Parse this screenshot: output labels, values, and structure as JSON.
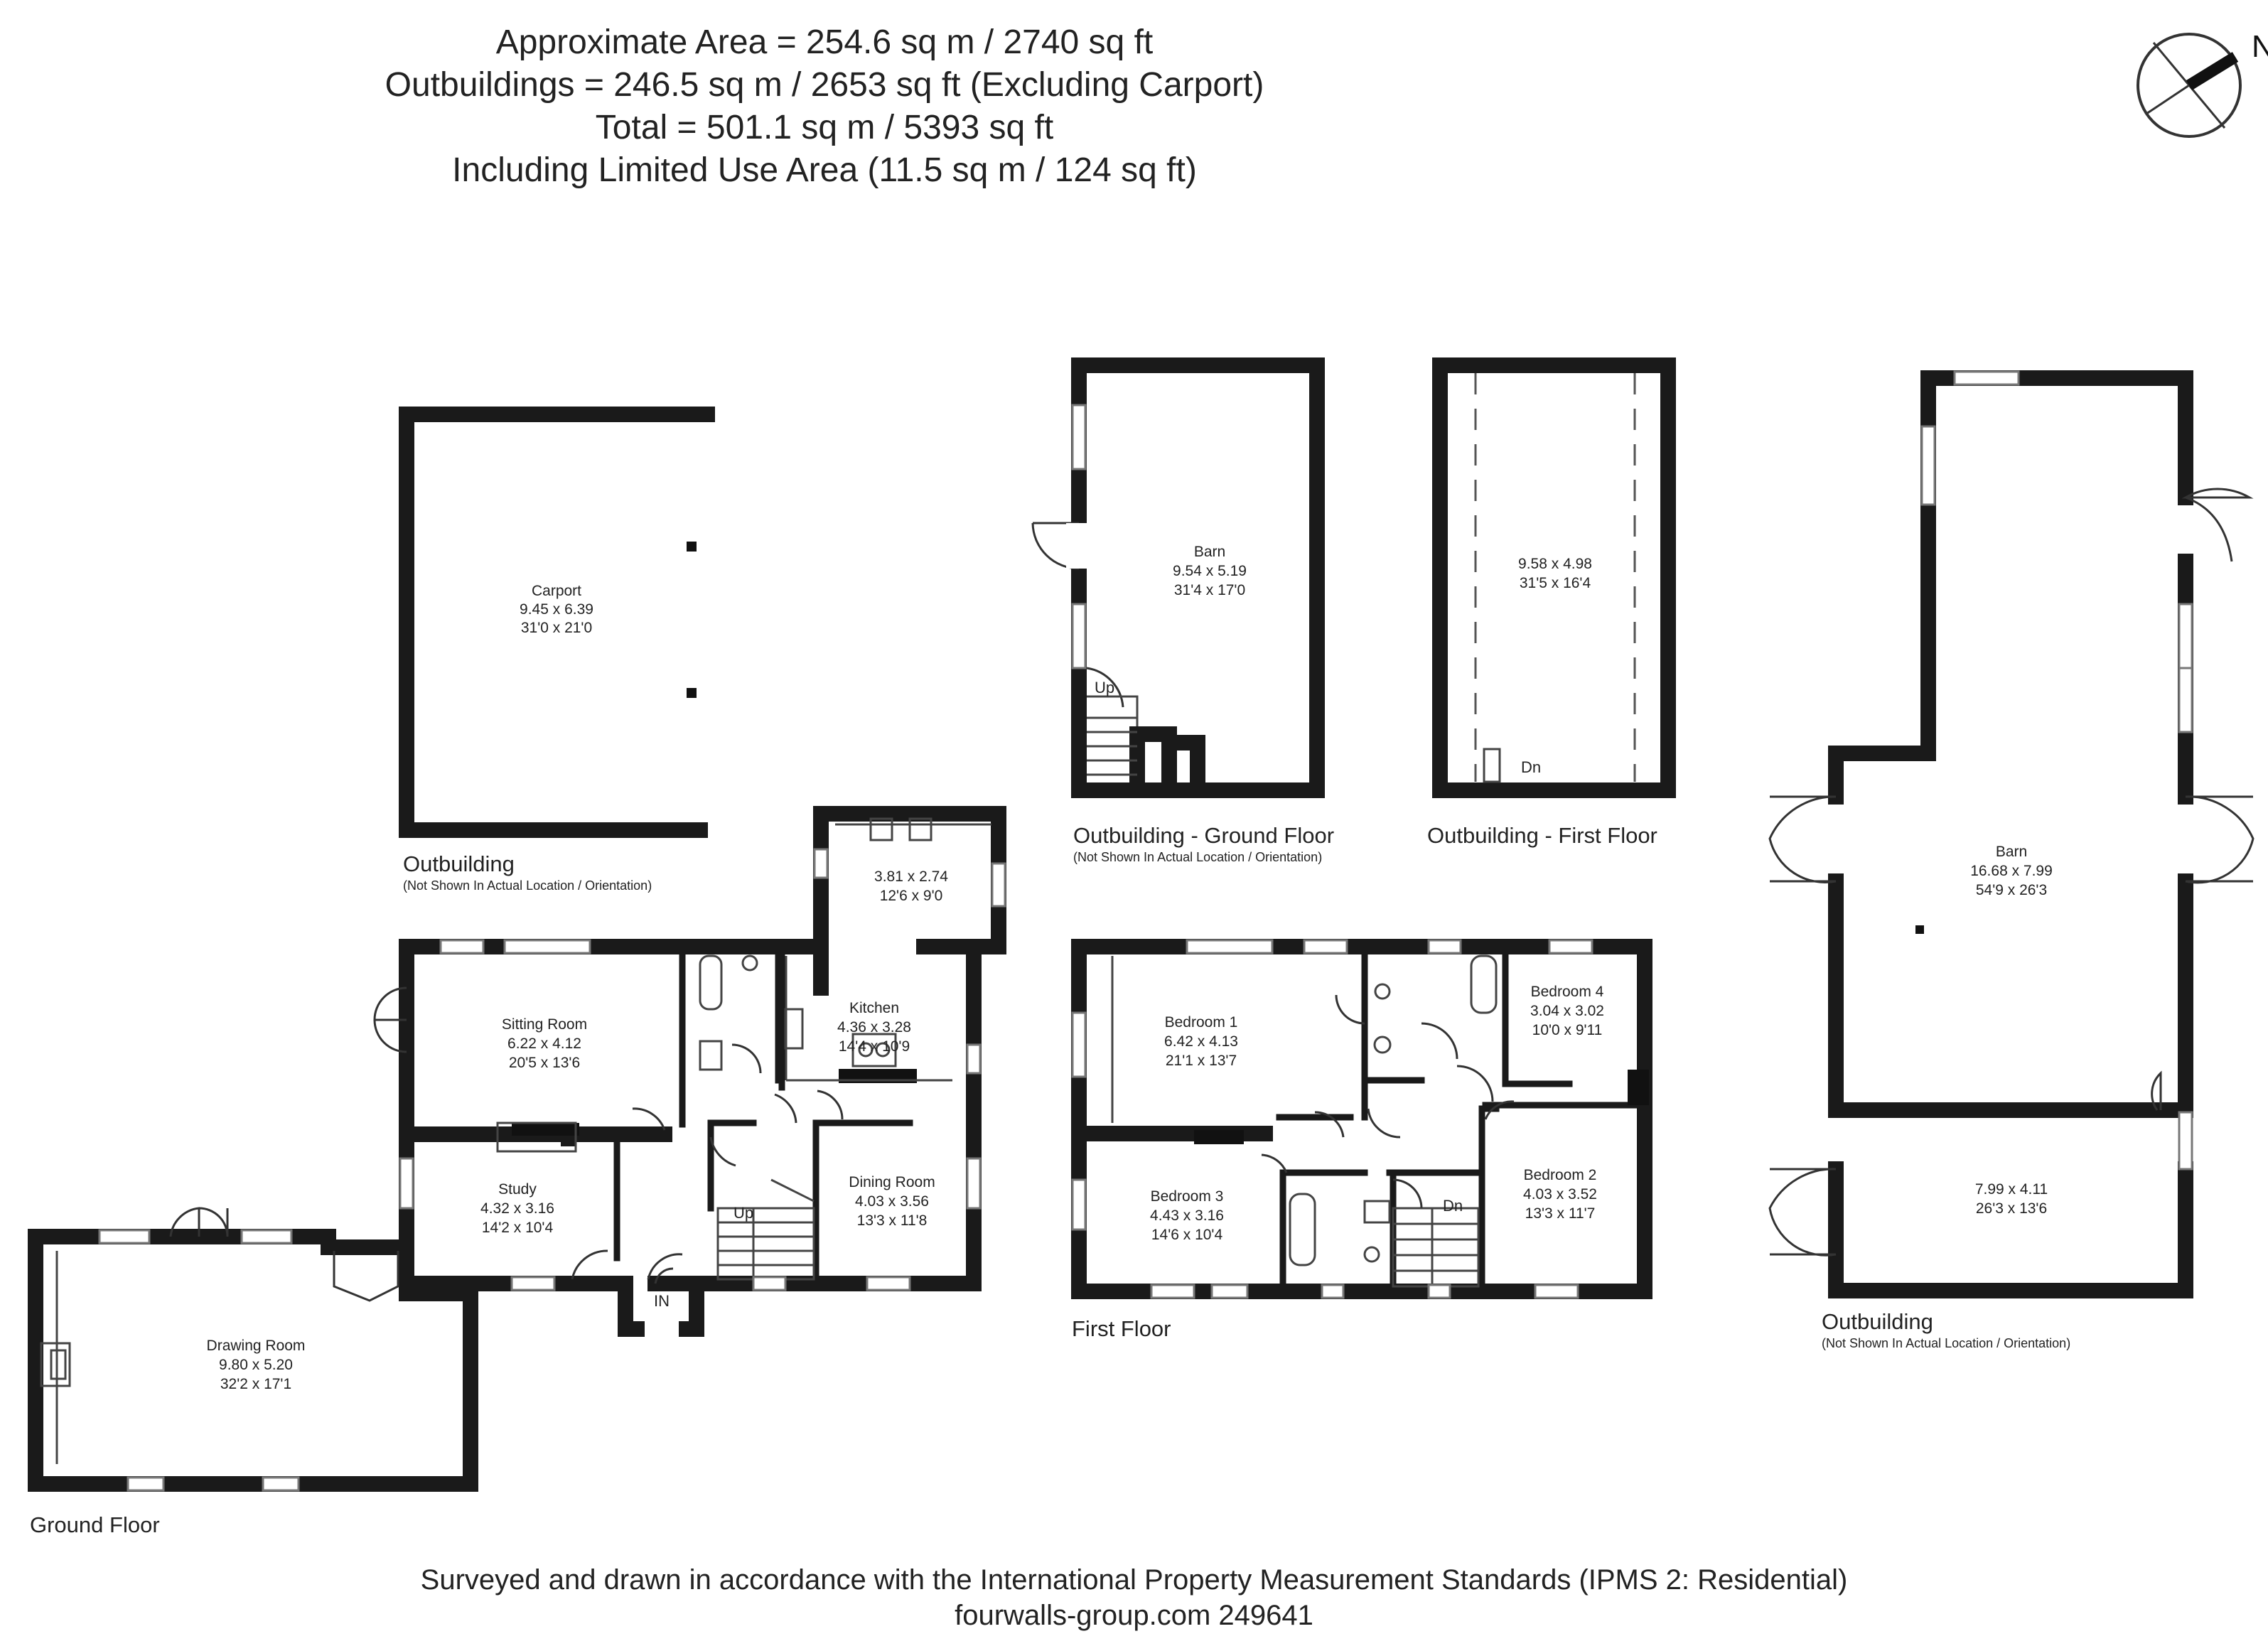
{
  "header": {
    "line1": "Approximate  Area = 254.6 sq m / 2740 sq ft",
    "line2": "Outbuildings = 246.5 sq m / 2653 sq ft (Excluding Carport)",
    "line3": "Total = 501.1 sq m / 5393 sq ft",
    "line4": "Including Limited Use Area (11.5 sq m / 124 sq ft)"
  },
  "compass": {
    "icon": "north-arrow-icon",
    "label": "N"
  },
  "footer": {
    "line1": "Surveyed and drawn in accordance with the International Property Measurement Standards (IPMS 2: Residential)",
    "line2": "fourwalls-group.com 249641"
  },
  "floors": {
    "ground": "Ground Floor",
    "first": "First Floor",
    "carport_building": "Outbuilding",
    "carport_note": "(Not Shown In Actual Location / Orientation)",
    "barn_ground": "Outbuilding - Ground Floor",
    "barn_ground_note": "(Not Shown In Actual Location / Orientation)",
    "barn_first": "Outbuilding - First Floor",
    "big_barn": "Outbuilding",
    "big_barn_note": "(Not Shown In Actual Location / Orientation)"
  },
  "rooms": {
    "carport": {
      "name": "Carport",
      "metric": "9.45 x 6.39",
      "imperial": "31'0 x 21'0"
    },
    "barn_ground": {
      "name": "Barn",
      "metric": "9.54 x 5.19",
      "imperial": "31'4 x 17'0"
    },
    "barn_first": {
      "metric": "9.58 x 4.98",
      "imperial": "31'5 x 16'4"
    },
    "big_barn": {
      "name": "Barn",
      "metric": "16.68 x 7.99",
      "imperial": "54'9 x 26'3"
    },
    "big_barn_store": {
      "metric": "7.99 x 4.11",
      "imperial": "26'3 x 13'6"
    },
    "utility": {
      "metric": "3.81 x 2.74",
      "imperial": "12'6 x 9'0"
    },
    "sitting": {
      "name": "Sitting Room",
      "metric": "6.22 x 4.12",
      "imperial": "20'5 x 13'6"
    },
    "kitchen": {
      "name": "Kitchen",
      "metric": "4.36 x 3.28",
      "imperial": "14'4 x 10'9"
    },
    "study": {
      "name": "Study",
      "metric": "4.32 x 3.16",
      "imperial": "14'2 x 10'4"
    },
    "dining": {
      "name": "Dining Room",
      "metric": "4.03 x 3.56",
      "imperial": "13'3 x 11'8"
    },
    "drawing": {
      "name": "Drawing Room",
      "metric": "9.80 x 5.20",
      "imperial": "32'2 x 17'1"
    },
    "bedroom1": {
      "name": "Bedroom 1",
      "metric": "6.42 x 4.13",
      "imperial": "21'1 x 13'7"
    },
    "bedroom2": {
      "name": "Bedroom 2",
      "metric": "4.03 x 3.52",
      "imperial": "13'3 x 11'7"
    },
    "bedroom3": {
      "name": "Bedroom 3",
      "metric": "4.43 x 3.16",
      "imperial": "14'6 x 10'4"
    },
    "bedroom4": {
      "name": "Bedroom 4",
      "metric": "3.04 x 3.02",
      "imperial": "10'0 x 9'11"
    }
  },
  "marks": {
    "up": "Up",
    "dn": "Dn",
    "in": "IN"
  }
}
